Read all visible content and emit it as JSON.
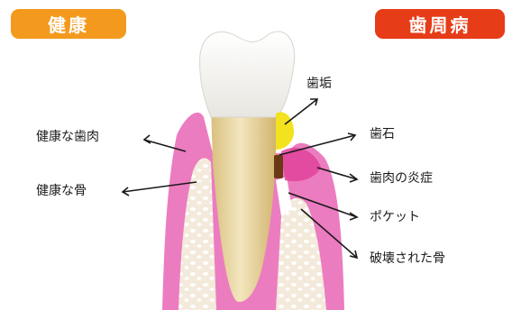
{
  "badges": {
    "healthy": "健康",
    "periodontal": "歯周病"
  },
  "labels": {
    "healthy_gum": "健康な歯肉",
    "healthy_bone": "健康な骨",
    "plaque": "歯垢",
    "tartar": "歯石",
    "gum_inflammation": "歯肉の炎症",
    "pocket": "ポケット",
    "destroyed_bone": "破壊された骨"
  },
  "colors": {
    "healthy_badge": "#f39a1e",
    "periodontal_badge": "#e63c17",
    "gum": "#ec7cc0",
    "bone": "#f3eadb",
    "tooth_root": "#ead6a0",
    "crown": "#ffffff",
    "plaque": "#f2e21f",
    "tartar": "#6b3a14"
  }
}
